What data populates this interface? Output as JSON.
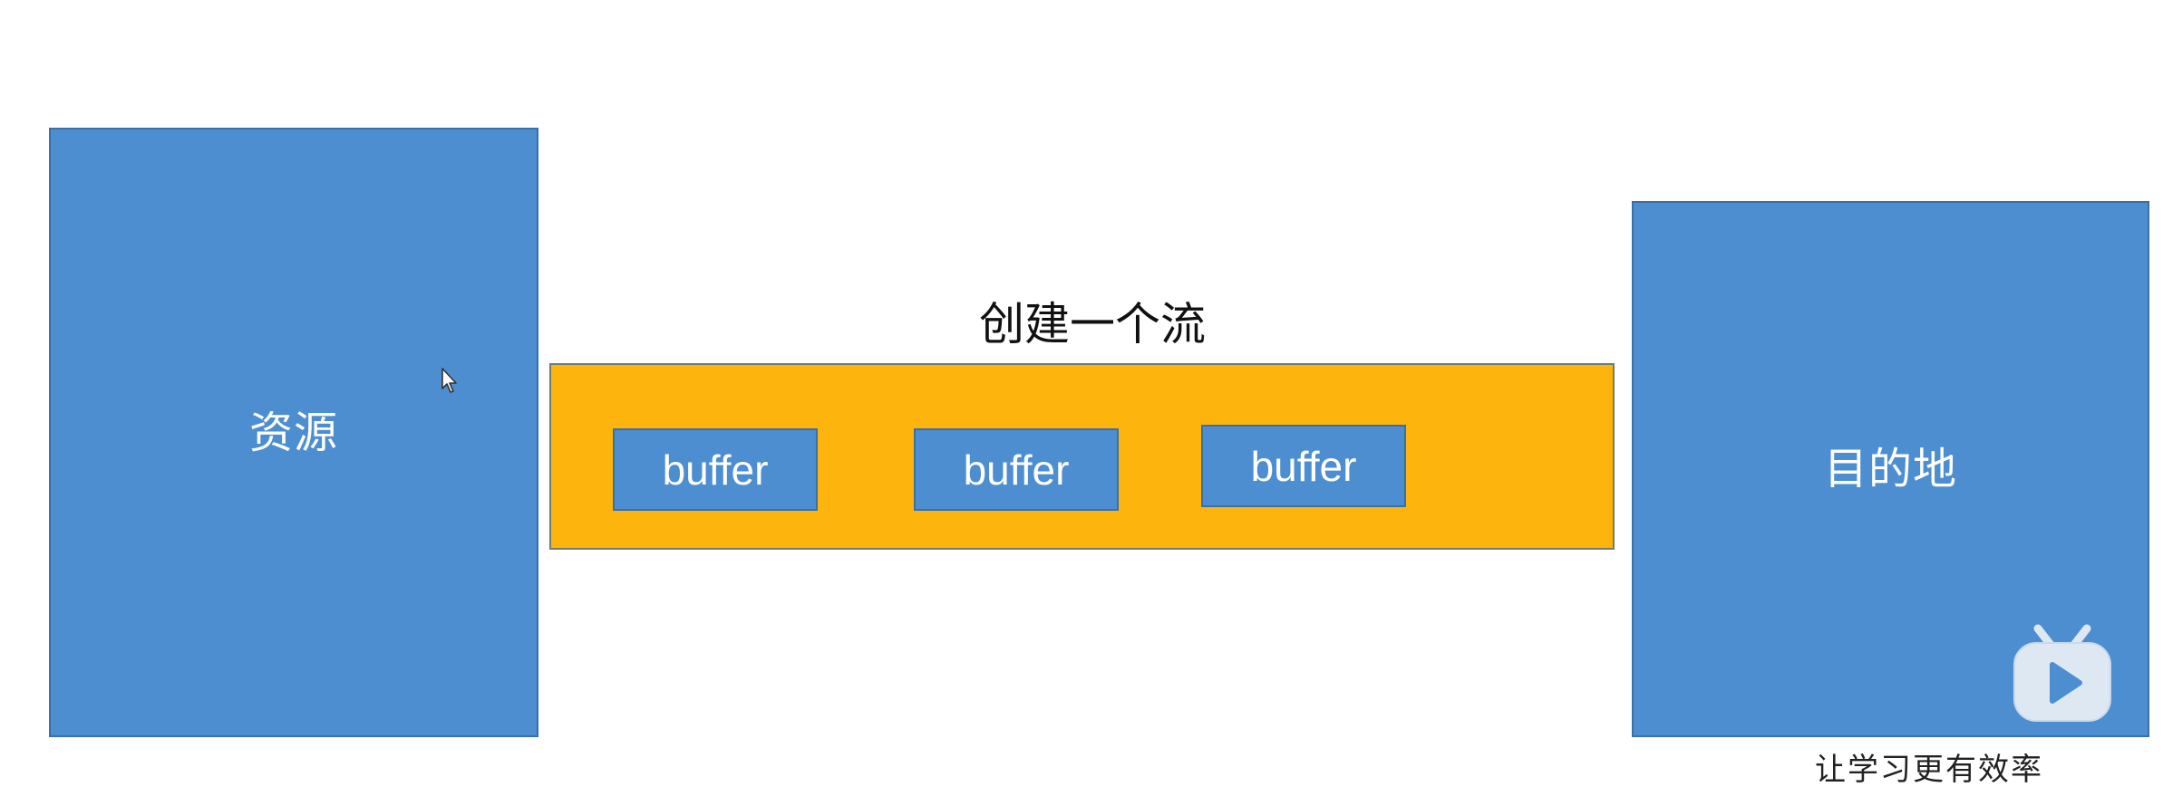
{
  "diagram": {
    "source_label": "资源",
    "stream_title": "创建一个流",
    "buffers": [
      "buffer",
      "buffer",
      "buffer"
    ],
    "destination_label": "目的地"
  },
  "watermark": {
    "text": "让学习更有效率",
    "logo_icon": "bilibili-tv-play-icon"
  },
  "colors": {
    "block_blue": "#4d8ed1",
    "stream_orange": "#fdb50d",
    "background": "#ffffff"
  }
}
